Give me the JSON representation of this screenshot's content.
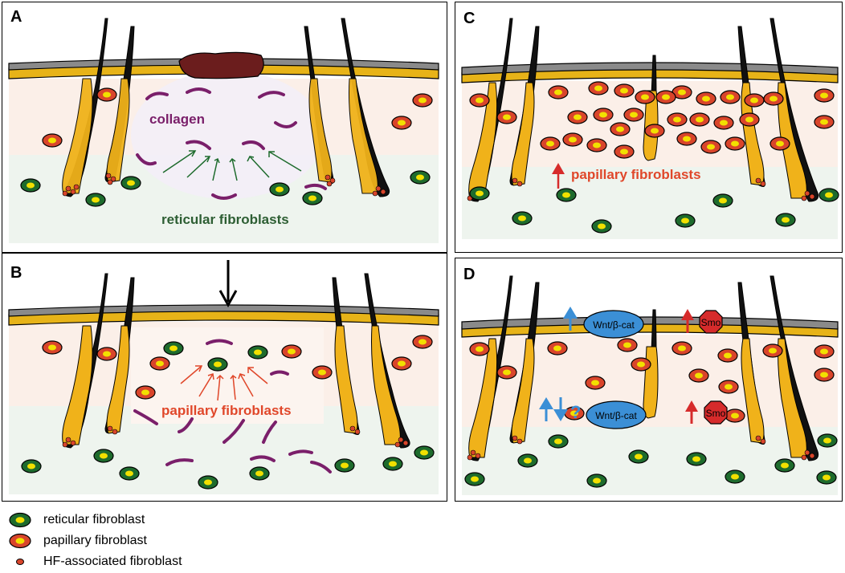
{
  "panels": [
    {
      "id": "A",
      "letter": "A",
      "labels": {
        "collagen": "collagen",
        "fibroblasts": "reticular fibroblasts"
      }
    },
    {
      "id": "B",
      "letter": "B",
      "labels": {
        "fibroblasts": "papillary fibroblasts"
      }
    },
    {
      "id": "C",
      "letter": "C",
      "labels": {
        "fibroblasts": "papillary fibroblasts"
      }
    },
    {
      "id": "D",
      "letter": "D",
      "labels": {
        "wnt_top": "Wnt/β-cat",
        "smo_top": "Smo",
        "wnt_bottom": "Wnt/β-cat",
        "smo_bottom": "Smo",
        "question": "?"
      }
    }
  ],
  "legend": [
    {
      "label": "reticular fibroblast",
      "icon": "green-cell-icon"
    },
    {
      "label": "papillary fibroblast",
      "icon": "red-cell-icon"
    },
    {
      "label": "HF-associated fibroblast",
      "icon": "hf-cell-icon"
    }
  ],
  "colors": {
    "reticular": "#1e6b2d",
    "papillary": "#d9452b",
    "collagen": "#7a1f6a",
    "text_green": "#2d5e33",
    "text_red": "#e0472a",
    "text_purple": "#7a1f6a",
    "epidermis_gold": "#f2b21c",
    "scab": "#6b1d1d",
    "wnt_blue": "#3b8fd6",
    "smo_red": "#d62b2b"
  }
}
